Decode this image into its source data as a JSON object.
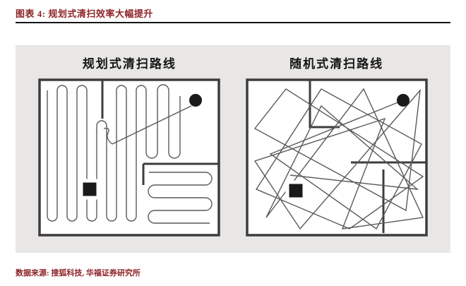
{
  "header": {
    "title": "图表 4: 规划式清扫效率大幅提升"
  },
  "panel": {
    "left": {
      "title": "规划式清扫路线"
    },
    "right": {
      "title": "随机式清扫路线"
    }
  },
  "footer": {
    "source": "数据来源: 搜狐科技, 华福证券研究所"
  },
  "colors": {
    "accent_red": "#8e2428",
    "panel_gray": "#e8e7e5",
    "rule_black": "#141414",
    "wall_dark": "#3d3d3d",
    "route_gray": "#5a5a5a"
  },
  "icons": {
    "robot_dot": "robot-dot",
    "dock_square": "dock-square"
  }
}
